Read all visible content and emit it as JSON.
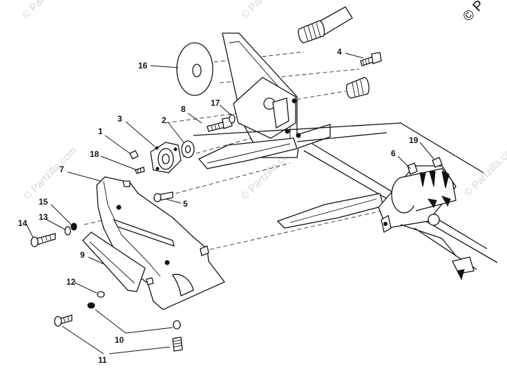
{
  "diagram": {
    "copyright_mark": "© P",
    "watermark_text": "© Partzilla.com",
    "callouts": [
      {
        "id": "c1",
        "label": "1"
      },
      {
        "id": "c2",
        "label": "2"
      },
      {
        "id": "c3",
        "label": "3"
      },
      {
        "id": "c4",
        "label": "4"
      },
      {
        "id": "c5",
        "label": "5"
      },
      {
        "id": "c6",
        "label": "6"
      },
      {
        "id": "c7",
        "label": "7"
      },
      {
        "id": "c8",
        "label": "8"
      },
      {
        "id": "c9",
        "label": "9"
      },
      {
        "id": "c10",
        "label": "10"
      },
      {
        "id": "c11",
        "label": "11"
      },
      {
        "id": "c12",
        "label": "12"
      },
      {
        "id": "c13",
        "label": "13"
      },
      {
        "id": "c14",
        "label": "14"
      },
      {
        "id": "c15",
        "label": "15"
      },
      {
        "id": "c16",
        "label": "16"
      },
      {
        "id": "c17",
        "label": "17"
      },
      {
        "id": "c18",
        "label": "18"
      },
      {
        "id": "c19",
        "label": "19"
      }
    ]
  },
  "colors": {
    "line": "#111111",
    "background": "#ffffff",
    "watermark": "#d6d6d6"
  }
}
